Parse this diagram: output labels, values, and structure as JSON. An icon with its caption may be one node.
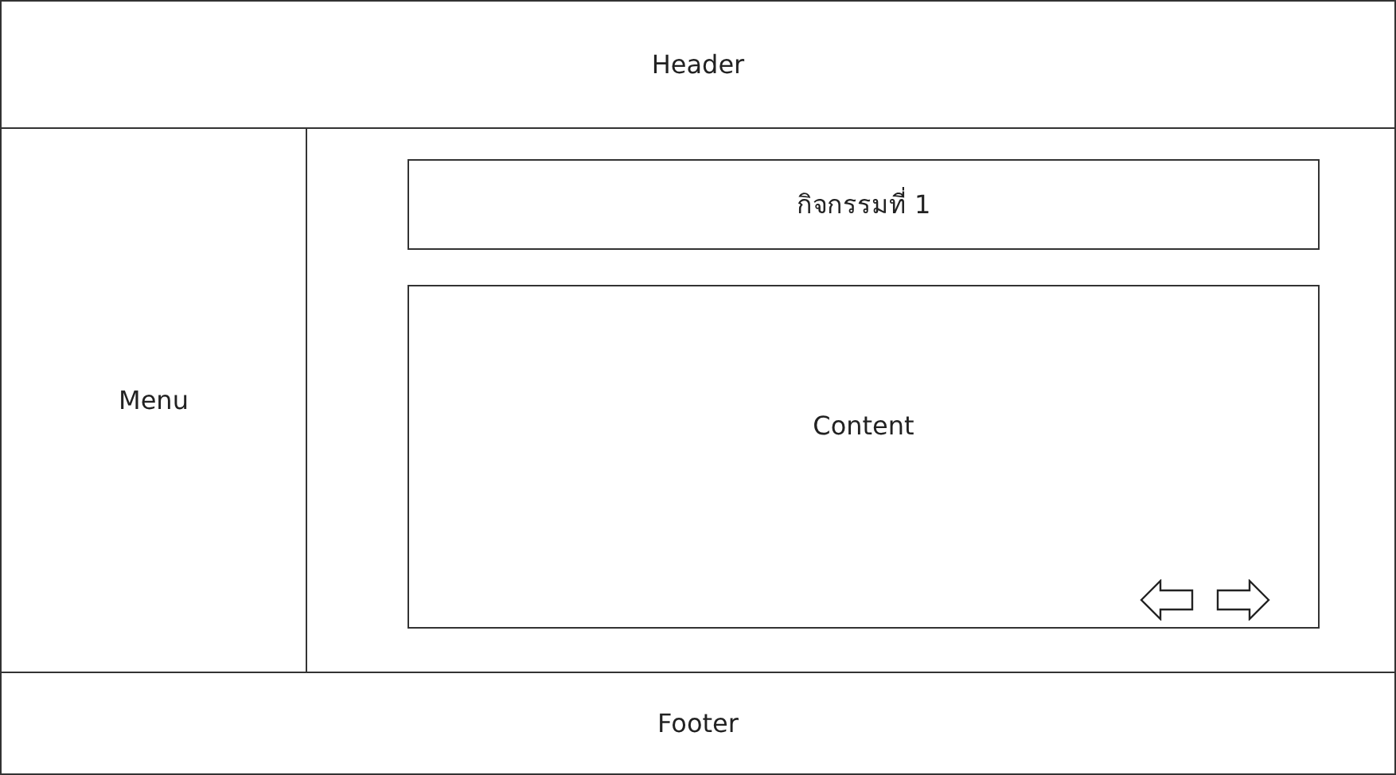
{
  "diagram": {
    "nodes": [
      {
        "text": [
          "Header"
        ]
      },
      {
        "text": [
          "Menu"
        ]
      },
      {
        "text": [],
        "shape": "box"
      },
      {
        "text": [
          "กิจกรรมที่ 1"
        ],
        "in": 2
      },
      {
        "text": [
          "Content"
        ],
        "in": 2
      },
      {
        "text": [
          "Footer"
        ]
      }
    ]
  }
}
